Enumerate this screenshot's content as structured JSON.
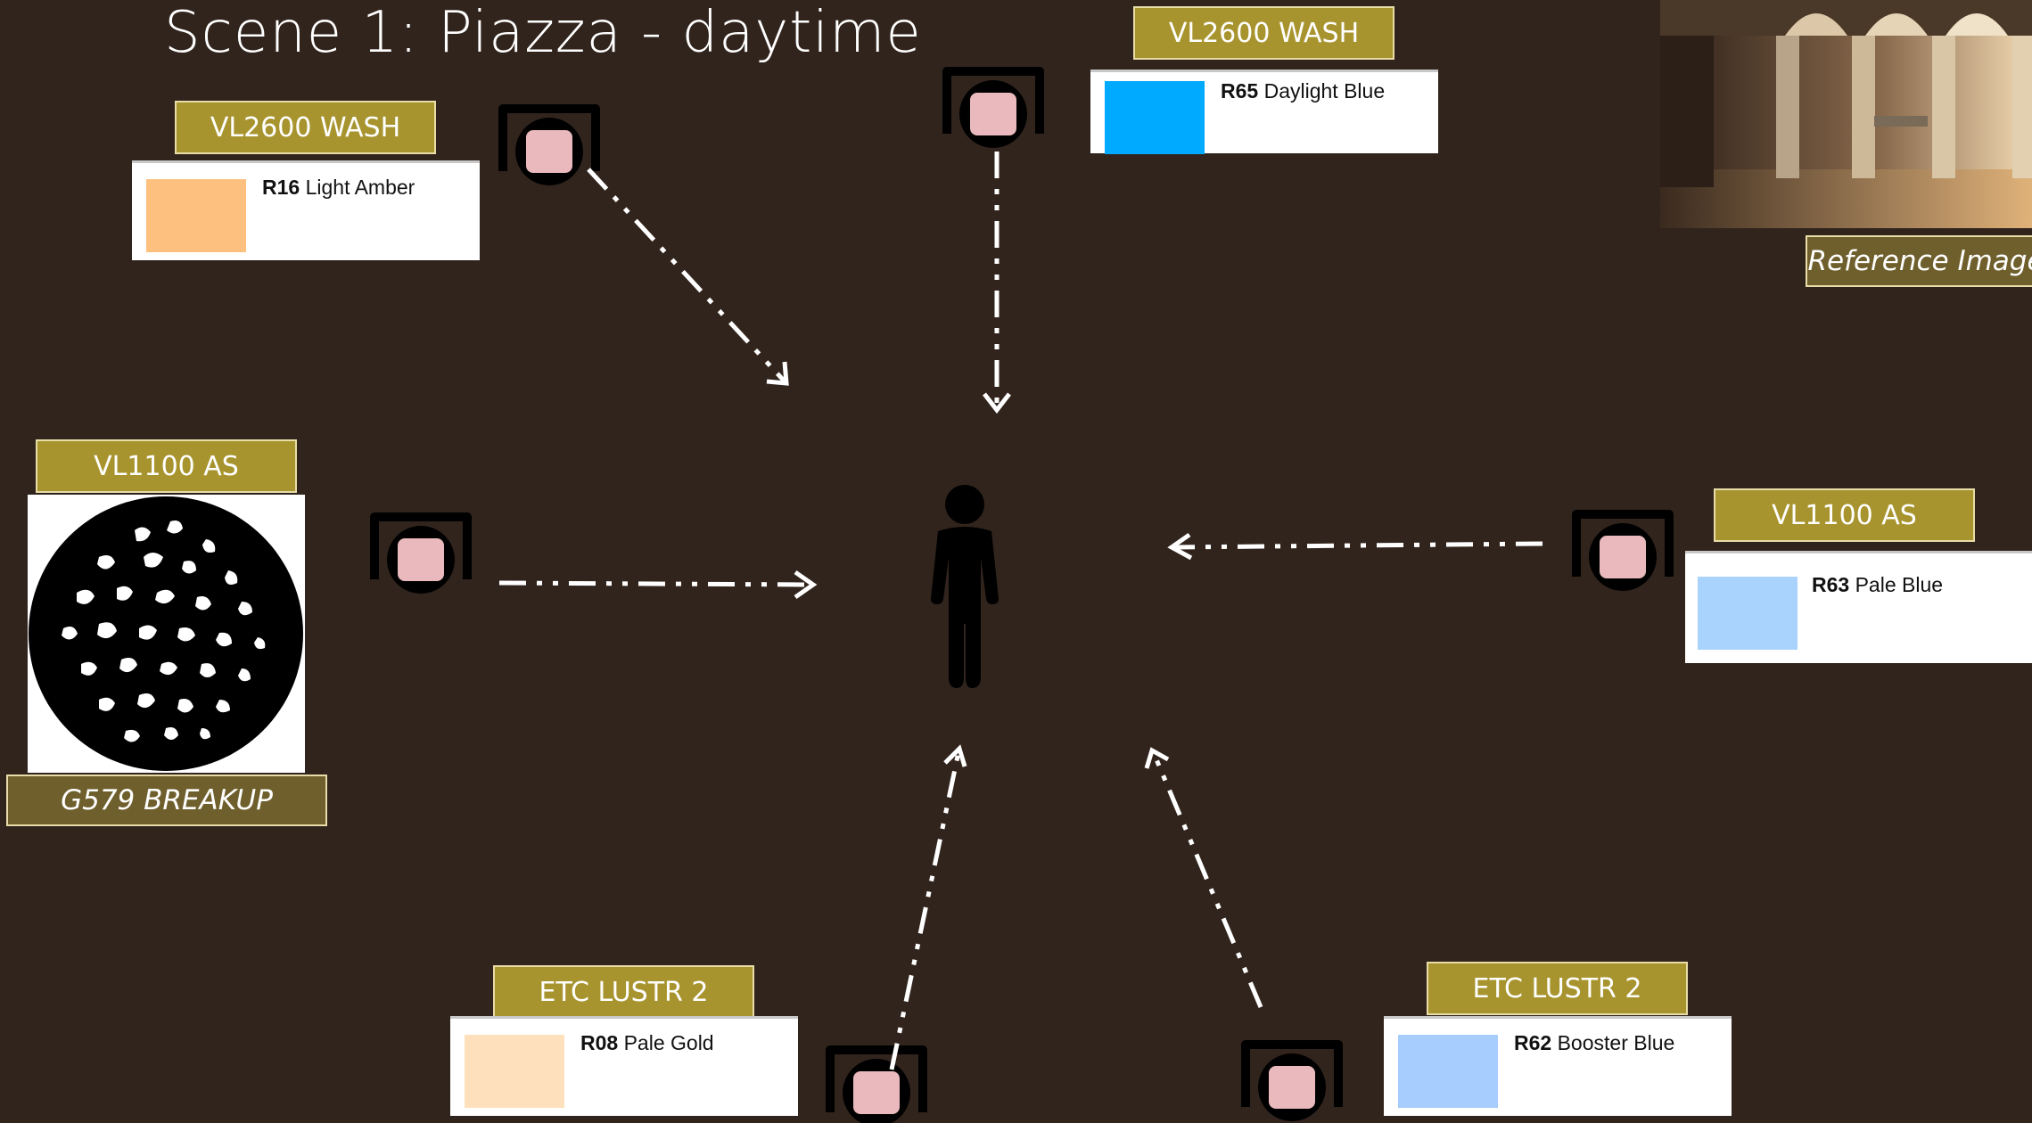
{
  "title": "Scene 1: Piazza - daytime",
  "fixtures": {
    "top_left": {
      "type": "VL2600 WASH",
      "gel_code": "R16",
      "gel_name": "Light Amber",
      "swatch_color": "#fec07f"
    },
    "top_center": {
      "type": "VL2600 WASH",
      "gel_code": "R65",
      "gel_name": "Daylight Blue",
      "swatch_color": "#00aaff"
    },
    "left": {
      "type": "VL1100 AS",
      "gobo_name": "G579 BREAKUP"
    },
    "right": {
      "type": "VL1100 AS",
      "gel_code": "R63",
      "gel_name": "Pale Blue",
      "swatch_color": "#a9d3fd"
    },
    "bottom_left": {
      "type": "ETC LUSTR 2",
      "gel_code": "R08",
      "gel_name": "Pale Gold",
      "swatch_color": "#fee0bd"
    },
    "bottom_right": {
      "type": "ETC LUSTR 2",
      "gel_code": "R62",
      "gel_name": "Booster Blue",
      "swatch_color": "#a6cdfd"
    }
  },
  "reference": {
    "label": "Reference Image"
  },
  "icons": [
    "moving-head-fixture-icon",
    "person-icon",
    "dash-dot-arrow-icon",
    "gobo-breakup-icon"
  ]
}
